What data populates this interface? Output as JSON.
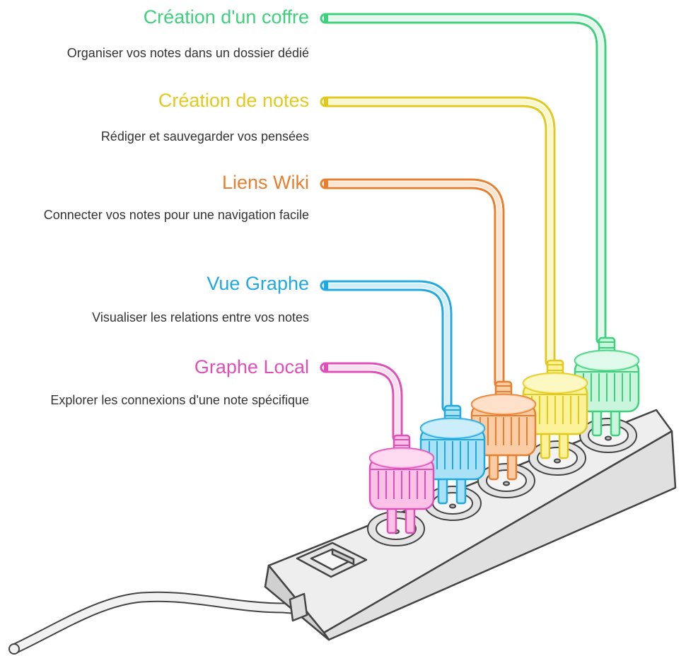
{
  "items": [
    {
      "title": "Création d'un coffre",
      "description": "Organiser vos notes dans un dossier dédié",
      "color": "#3dd17c",
      "fill": "#c9f5dc",
      "icon": "green-plug-icon"
    },
    {
      "title": "Création de notes",
      "description": "Rédiger et sauvegarder vos pensées",
      "color": "#e3c91c",
      "fill": "#fbf29a",
      "icon": "yellow-plug-icon"
    },
    {
      "title": "Liens Wiki",
      "description": "Connecter vos notes pour une navigation facile",
      "color": "#e87f2e",
      "fill": "#fbcda6",
      "icon": "orange-plug-icon"
    },
    {
      "title": "Vue Graphe",
      "description": "Visualiser les relations entre vos notes",
      "color": "#20a9e0",
      "fill": "#a9e2f7",
      "icon": "blue-plug-icon"
    },
    {
      "title": "Graphe Local",
      "description": "Explorer les connexions d'une note spécifique",
      "color": "#e04fb8",
      "fill": "#fbc1e6",
      "icon": "pink-plug-icon"
    }
  ],
  "strip": {
    "icon": "power-strip-icon",
    "switch_icon": "power-switch-icon",
    "cable_icon": "power-cable-icon"
  }
}
